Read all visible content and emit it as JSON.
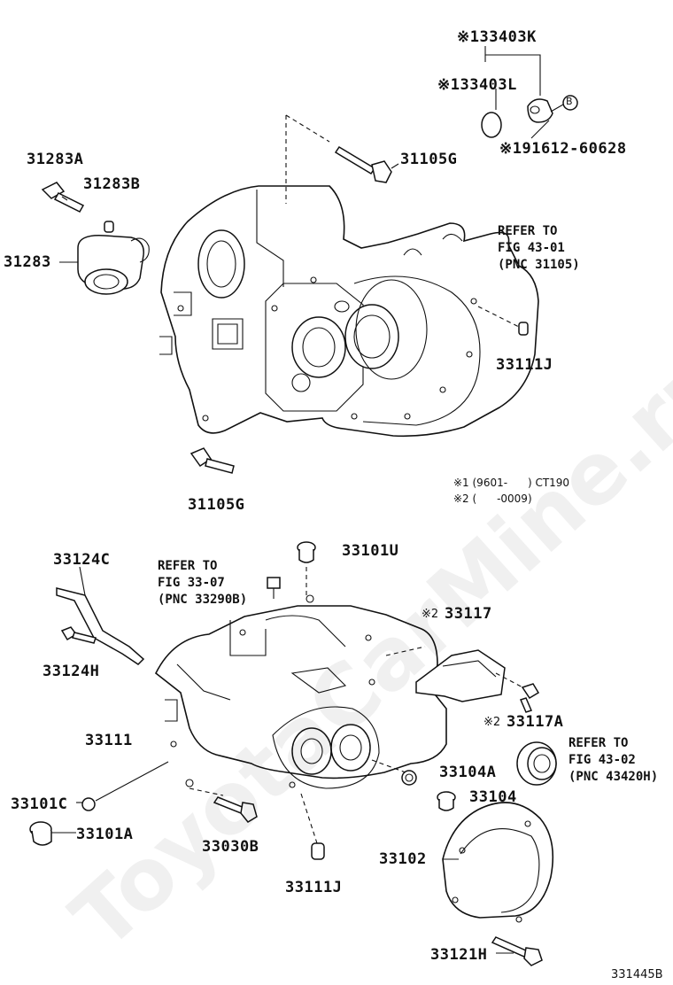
{
  "watermark": "ToyotaCarMine.ru",
  "diagram_code": "331445B",
  "notes": {
    "n1": "※1 (9601-      ) CT190",
    "n2": "※2 (      -0009)"
  },
  "labels": {
    "p133403K": "※133403K",
    "p133403L": "※133403L",
    "p191612": "※191612-60628",
    "circleB": "B",
    "p31105G_top": "31105G",
    "p31283A": "31283A",
    "p31283B": "31283B",
    "p31283": "31283",
    "p33111J_top": "33111J",
    "p31105G_bottom": "31105G",
    "p33124C": "33124C",
    "p33124H": "33124H",
    "p33101U": "33101U",
    "p33117": "33117",
    "p33117_prefix": "※2",
    "p33117A": "33117A",
    "p33117A_prefix": "※2",
    "p33111": "33111",
    "p33104A": "33104A",
    "p33104": "33104",
    "p33101C": "33101C",
    "p33101A": "33101A",
    "p33030B": "33030B",
    "p33102": "33102",
    "p33111J_bottom": "33111J",
    "p33121H": "33121H"
  },
  "refs": {
    "fig4301": "REFER TO\nFIG 43-01\n(PNC 31105)",
    "fig3307": "REFER TO\nFIG 33-07\n(PNC 33290B)",
    "fig4302": "REFER TO\nFIG 43-02\n(PNC 43420H)"
  }
}
